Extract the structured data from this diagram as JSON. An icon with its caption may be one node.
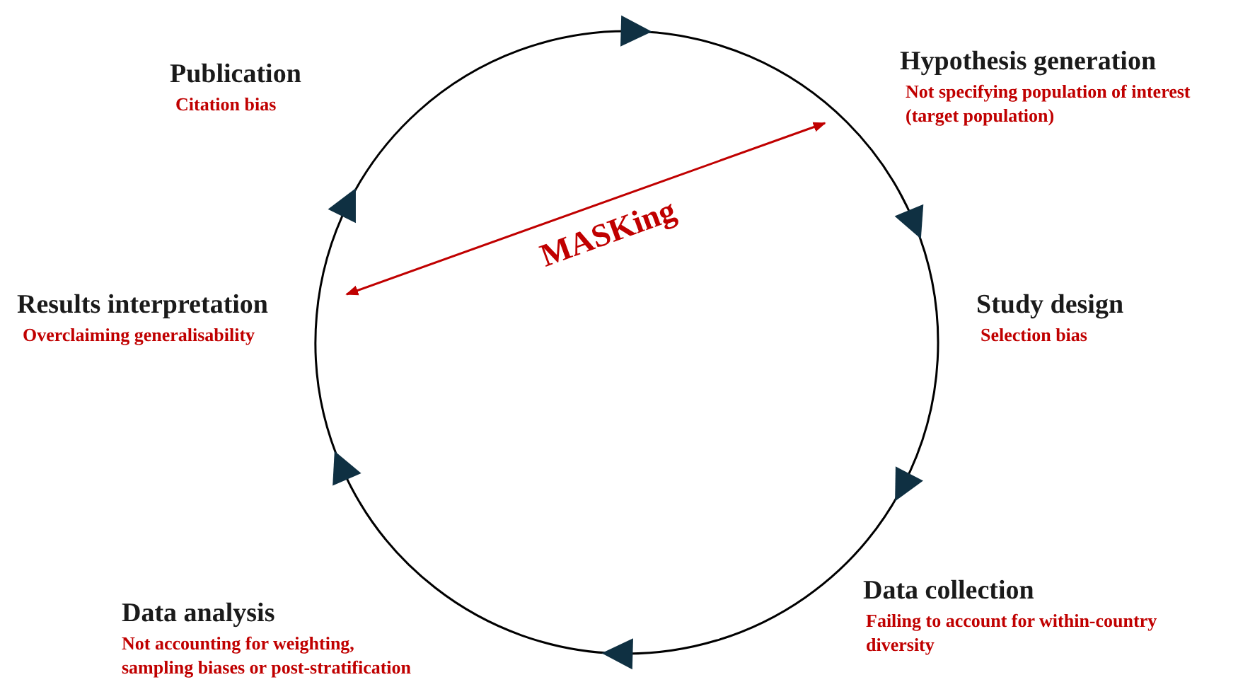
{
  "diagram": {
    "nodes": [
      {
        "text": [
          "Hypothesis generation",
          "Not specifying population of interest (target population)"
        ]
      },
      {
        "text": [
          "Study design",
          "Selection bias"
        ]
      },
      {
        "text": [
          "Data collection",
          "Failing to account for within-country diversity"
        ]
      },
      {
        "text": [
          "Data analysis",
          "Not accounting for weighting, sampling biases or post-stratification"
        ]
      },
      {
        "text": [
          "Results interpretation",
          "Overclaiming generalisability"
        ]
      },
      {
        "text": [
          "Publication",
          "Citation bias"
        ]
      }
    ],
    "labels": [
      "MASKing"
    ]
  }
}
